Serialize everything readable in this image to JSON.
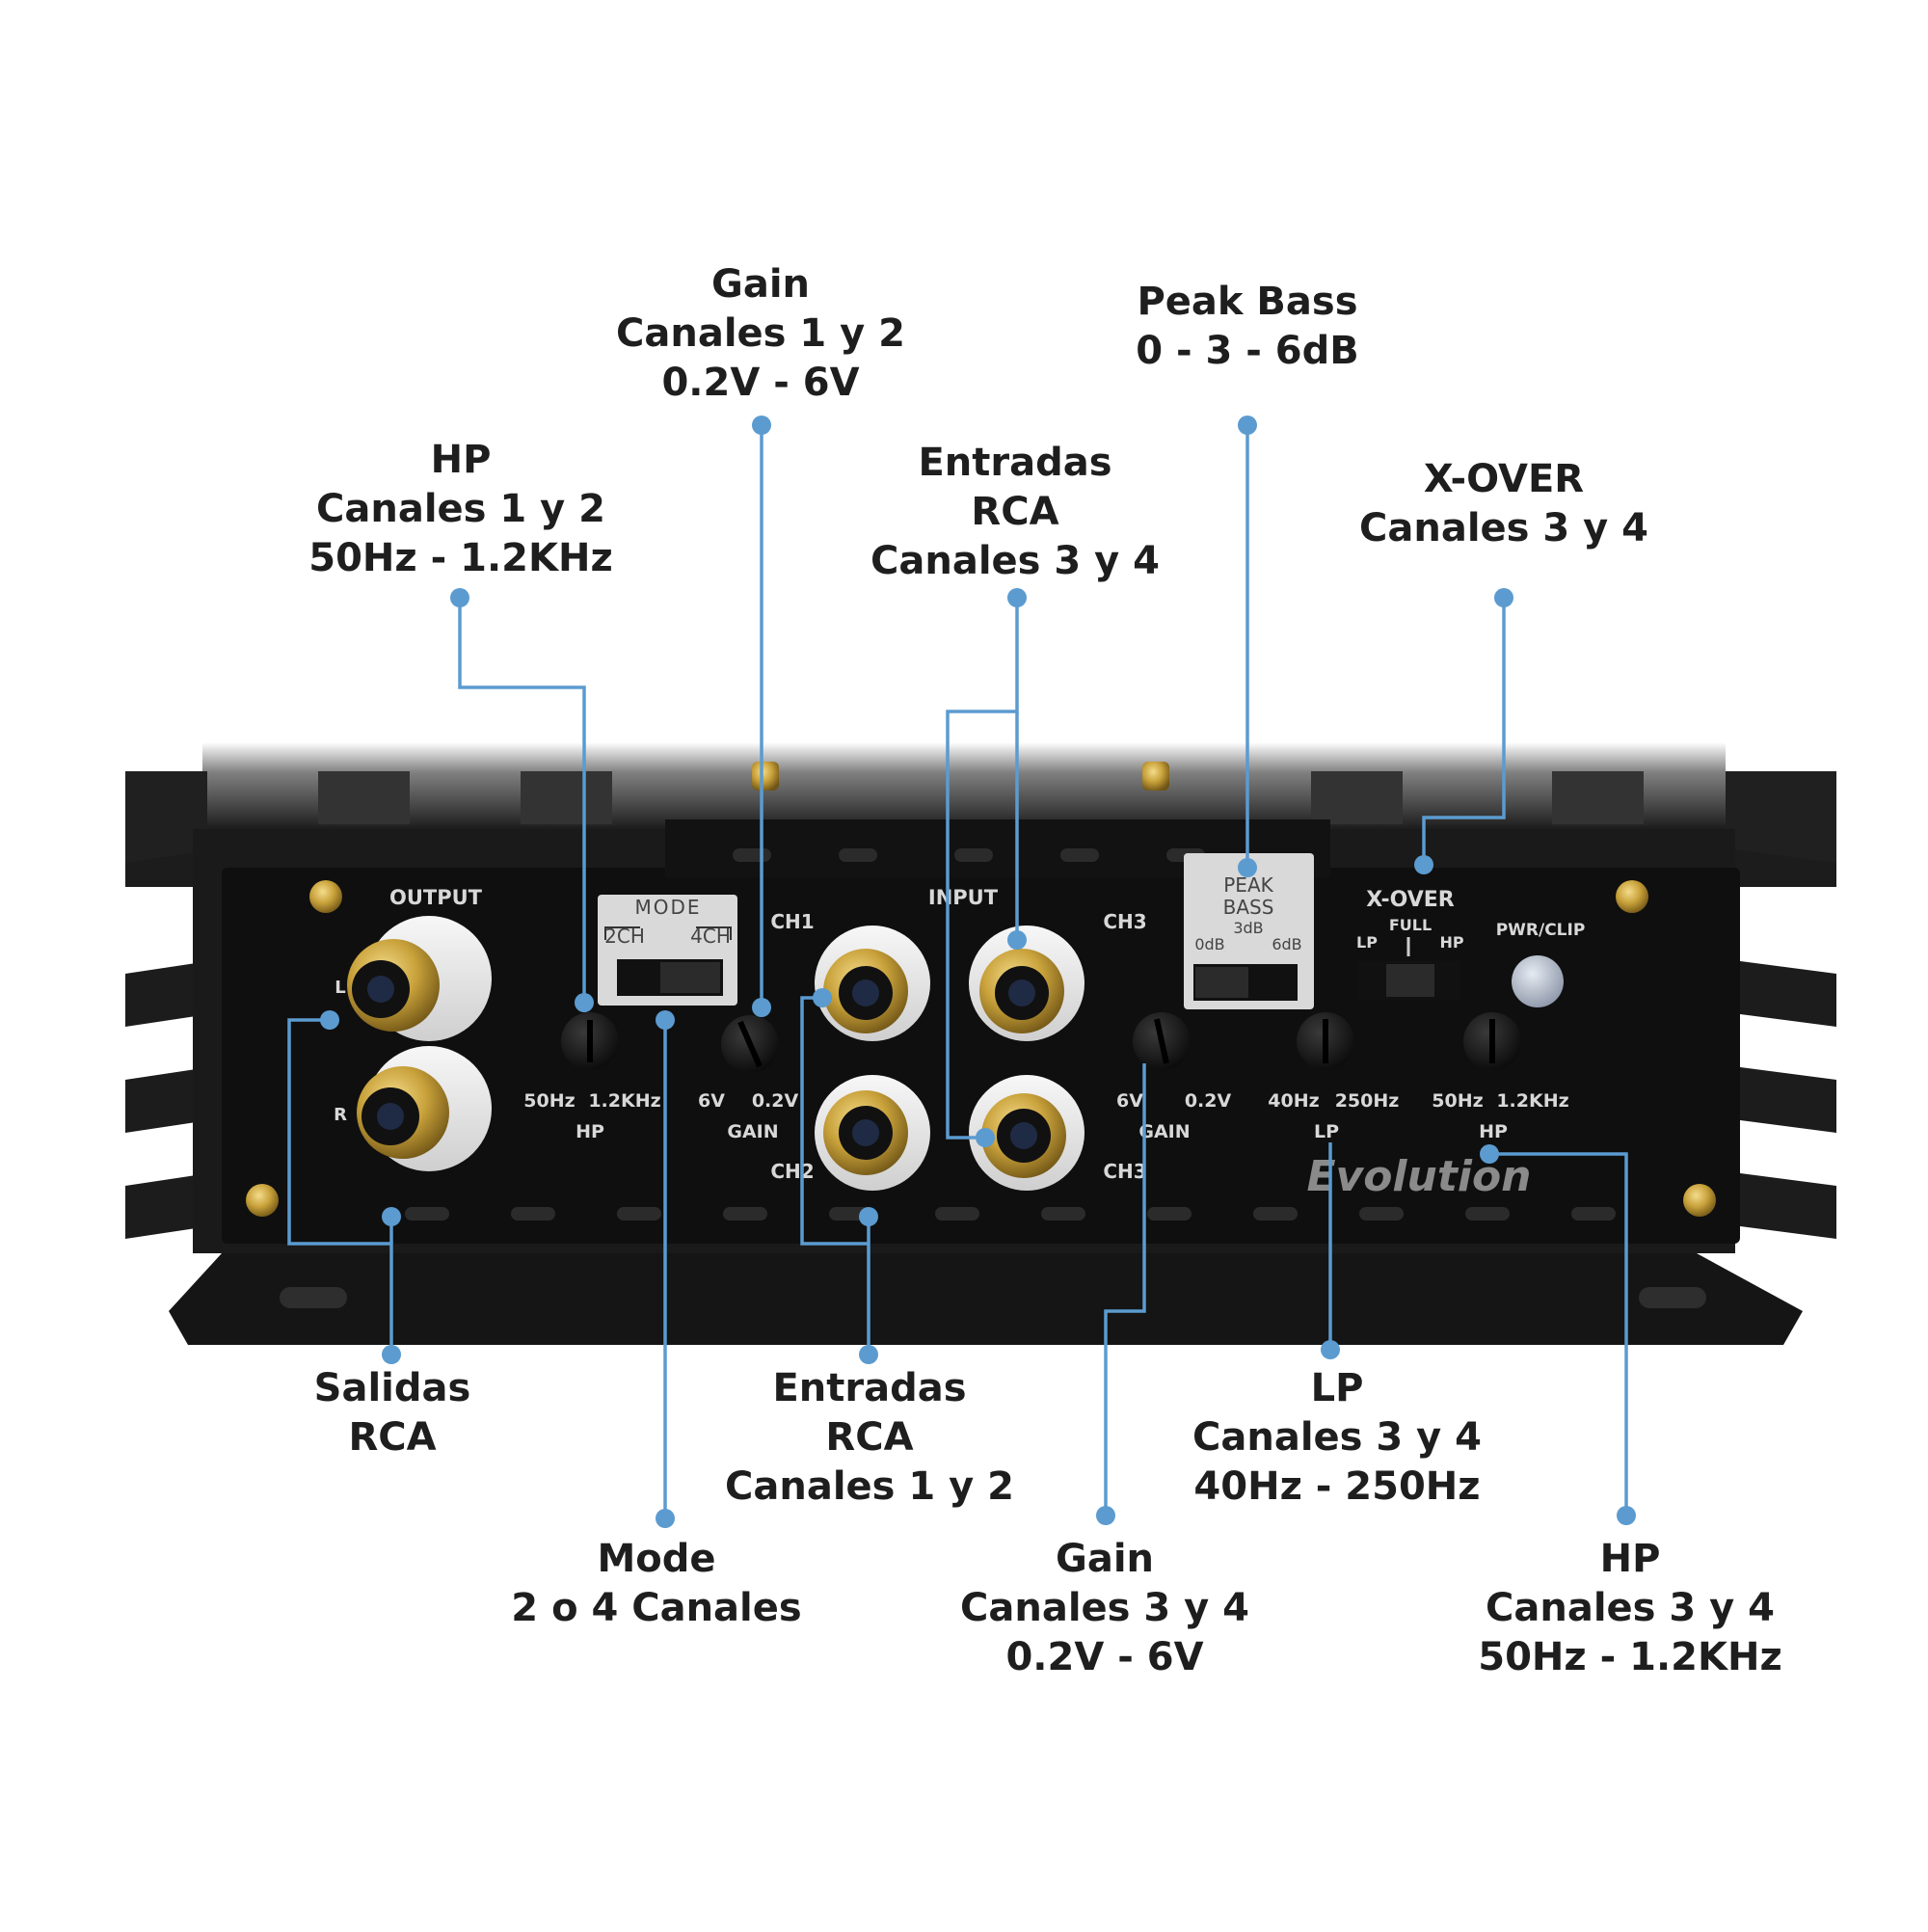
{
  "colors": {
    "leader": "#5b9bd0",
    "label_text": "#1e1e1e",
    "chassis": "#1b1b1b",
    "panel": "#101010",
    "panel_print": "#d8d8d8",
    "gold": "#c9a23b",
    "switch_plate": "#d9d9d9",
    "badge_text": "#8a8a8a"
  },
  "callouts": {
    "hp_ch12": {
      "lines": [
        "HP",
        "Canales 1 y 2",
        "50Hz - 1.2KHz"
      ]
    },
    "gain_ch12": {
      "lines": [
        "Gain",
        "Canales 1 y 2",
        "0.2V - 6V"
      ]
    },
    "rca_in_ch34": {
      "lines": [
        "Entradas",
        "RCA",
        "Canales 3 y 4"
      ]
    },
    "peak_bass": {
      "lines": [
        "Peak Bass",
        "0 - 3 - 6dB"
      ]
    },
    "xover_ch34": {
      "lines": [
        "X-OVER",
        "Canales 3 y 4"
      ]
    },
    "rca_out": {
      "lines": [
        "Salidas",
        "RCA"
      ]
    },
    "mode": {
      "lines": [
        "Mode",
        "2 o 4 Canales"
      ]
    },
    "rca_in_ch12": {
      "lines": [
        "Entradas",
        "RCA",
        "Canales 1 y 2"
      ]
    },
    "gain_ch34": {
      "lines": [
        "Gain",
        "Canales 3 y 4",
        "0.2V - 6V"
      ]
    },
    "lp_ch34": {
      "lines": [
        "LP",
        "Canales 3 y 4",
        "40Hz - 250Hz"
      ]
    },
    "hp_ch34": {
      "lines": [
        "HP",
        "Canales 3 y 4",
        "50Hz - 1.2KHz"
      ]
    }
  },
  "panel": {
    "output_label": "OUTPUT",
    "output_l": "L",
    "output_r": "R",
    "input_label": "INPUT",
    "mode_title": "MODE",
    "mode_2ch": "2CH",
    "mode_4ch": "4CH",
    "ch1": "CH1",
    "ch2": "CH2",
    "ch3_top": "CH3",
    "ch3_bottom": "CH3",
    "hp_left_min": "50Hz",
    "hp_left_max": "1.2KHz",
    "hp_left_label": "HP",
    "gain_left_min": "6V",
    "gain_left_max": "0.2V",
    "gain_left_label": "GAIN",
    "gain_right_min": "6V",
    "gain_right_max": "0.2V",
    "gain_right_label": "GAIN",
    "lp_min": "40Hz",
    "lp_max": "250Hz",
    "lp_label": "LP",
    "hp_right_min": "50Hz",
    "hp_right_max": "1.2KHz",
    "hp_right_label": "HP",
    "peak_title_1": "PEAK",
    "peak_title_2": "BASS",
    "peak_3db": "3dB",
    "peak_0db": "0dB",
    "peak_6db": "6dB",
    "xover_title": "X-OVER",
    "xover_full": "FULL",
    "xover_lp": "LP",
    "xover_hp": "HP",
    "pwr_clip": "PWR/CLIP",
    "brand": "Evolution"
  }
}
